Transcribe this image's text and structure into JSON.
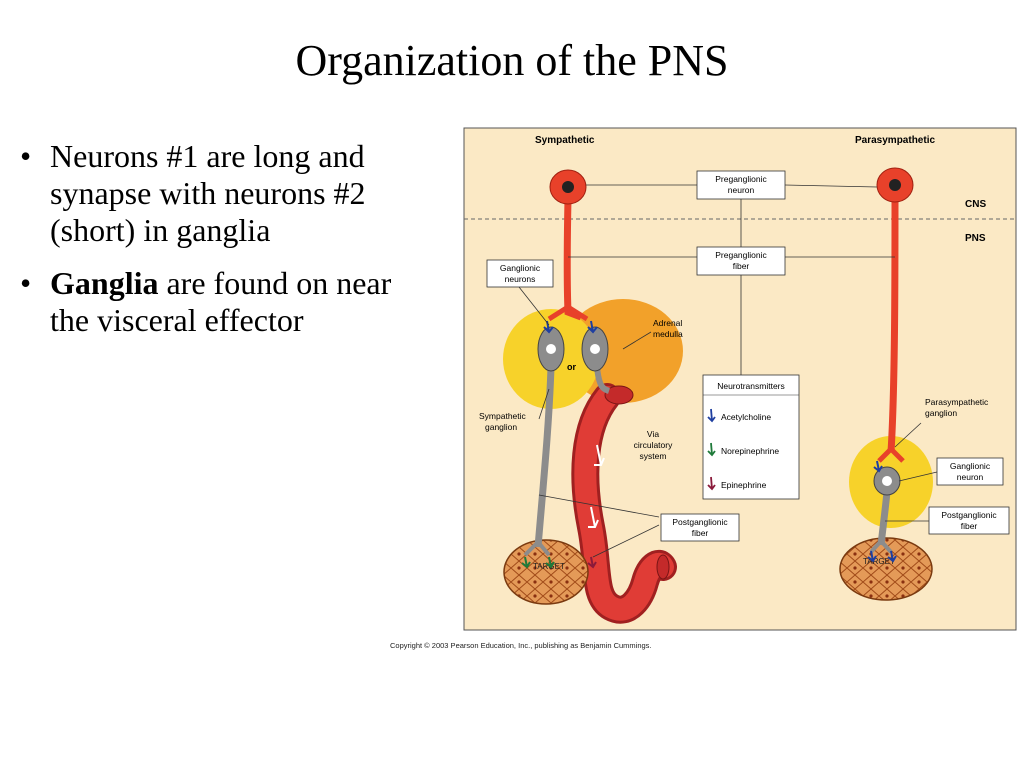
{
  "title": "Organization of the PNS",
  "bullets": [
    {
      "plain": "Neurons #1 are long and synapse with neurons #2 (short) in ganglia"
    },
    {
      "bold": "Ganglia",
      "rest": " are found on near the visceral effector"
    }
  ],
  "figure": {
    "headings": {
      "sympathetic": "Sympathetic",
      "parasympathetic": "Parasympathetic"
    },
    "regions": {
      "cns": "CNS",
      "pns": "PNS"
    },
    "labels": {
      "preganglionic_neuron": [
        "Preganglionic",
        "neuron"
      ],
      "preganglionic_fiber": [
        "Preganglionic",
        "fiber"
      ],
      "ganglionic_neurons": [
        "Ganglionic",
        "neurons"
      ],
      "adrenal_medulla": [
        "Adrenal",
        "medulla"
      ],
      "or": "or",
      "sympathetic_ganglion": [
        "Sympathetic",
        "ganglion"
      ],
      "via_circulatory": [
        "Via",
        "circulatory",
        "system"
      ],
      "postganglionic_fiber_left": [
        "Postganglionic",
        "fiber"
      ],
      "parasympathetic_ganglion": [
        "Parasympathetic",
        "ganglion"
      ],
      "ganglionic_neuron": [
        "Ganglionic",
        "neuron"
      ],
      "postganglionic_fiber_right": [
        "Postganglionic",
        "fiber"
      ],
      "target_left": "TARGET",
      "target_right": "TARGET"
    },
    "legend": {
      "title": "Neurotransmitters",
      "items": [
        {
          "label": "Acetylcholine",
          "color": "#1f3fa0"
        },
        {
          "label": "Norepinephrine",
          "color": "#1f7a3a"
        },
        {
          "label": "Epinephrine",
          "color": "#8a1a3a"
        }
      ]
    },
    "colors": {
      "panel_bg": "#fbe9c5",
      "neuron_red": "#e8412a",
      "neuron_gray": "#8c8c8c",
      "ganglion_yellow": "#f7d22a",
      "adrenal_orange": "#f2a12a",
      "vessel_red": "#e03c36",
      "target_tissue": "#e49a58"
    }
  },
  "copyright": "Copyright © 2003 Pearson Education, Inc., publishing as Benjamin Cummings."
}
